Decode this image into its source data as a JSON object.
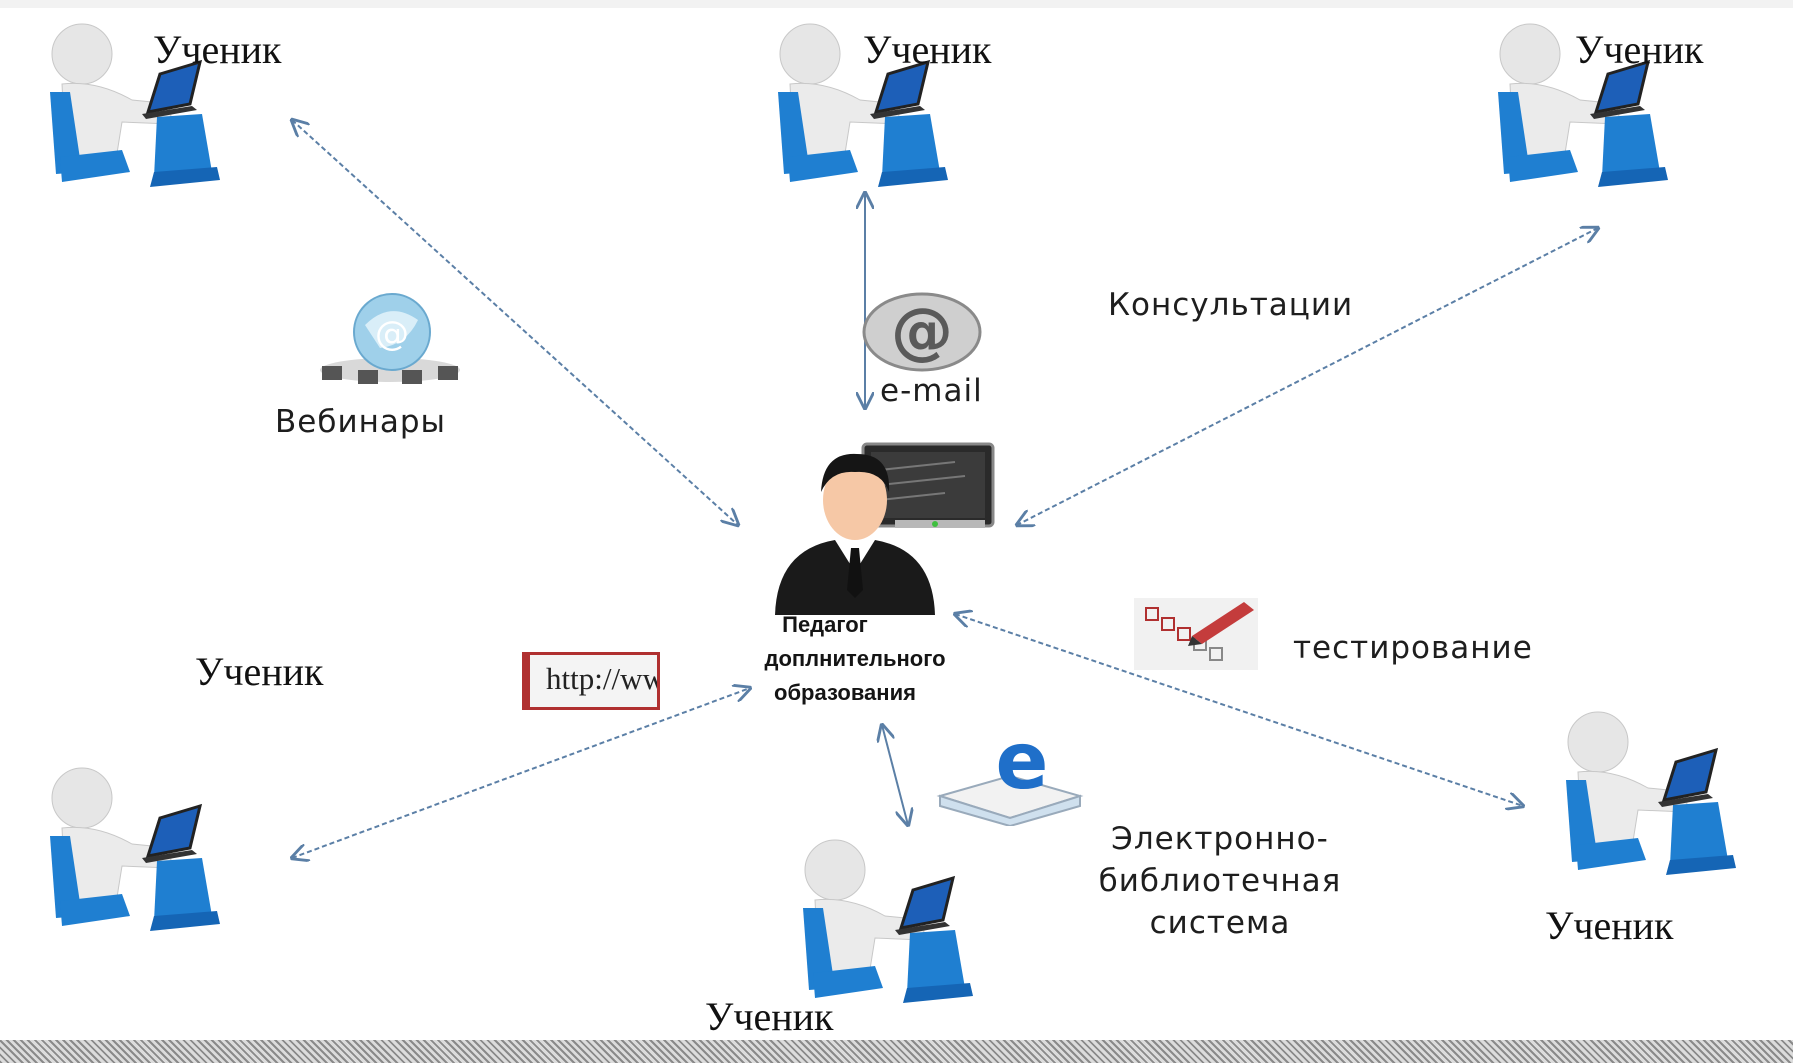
{
  "student_label": "Ученик",
  "center": {
    "line1": "Педагог",
    "line2": "доплнительного",
    "line3": "образования"
  },
  "channels": {
    "webinars": "Вебинары",
    "email": "e-mail",
    "consultations": "Консультации",
    "testing": "тестирование",
    "library_line1": "Электронно-",
    "library_line2": "библиотечная",
    "library_line3": "система",
    "http_sign": "http://www."
  },
  "colors": {
    "arrow": "#5b7fa6",
    "chair_blue": "#1f7fd1",
    "laptop_screen": "#1d5fb8"
  },
  "icons": [
    "student-figure-icon",
    "teacher-icon",
    "email-at-icon",
    "webinar-globe-icon",
    "http-sign-icon",
    "checklist-icon",
    "ie-book-icon"
  ]
}
